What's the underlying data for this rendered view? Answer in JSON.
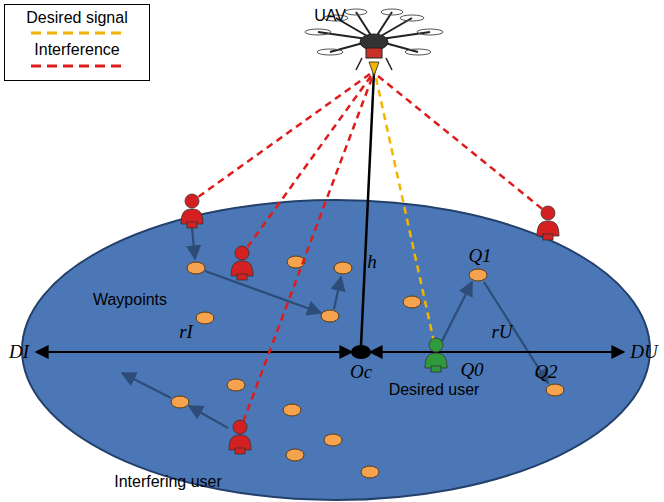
{
  "diagram": {
    "labels": [
      "UAV",
      "h",
      "Waypoints",
      "DI",
      "rI",
      "Oc",
      "rU",
      "DU",
      "Q1",
      "Q0",
      "Q2",
      "Desired user",
      "Interfering user"
    ],
    "legend": [
      {
        "text": "Desired signal"
      },
      {
        "text": "Interference"
      }
    ]
  }
}
